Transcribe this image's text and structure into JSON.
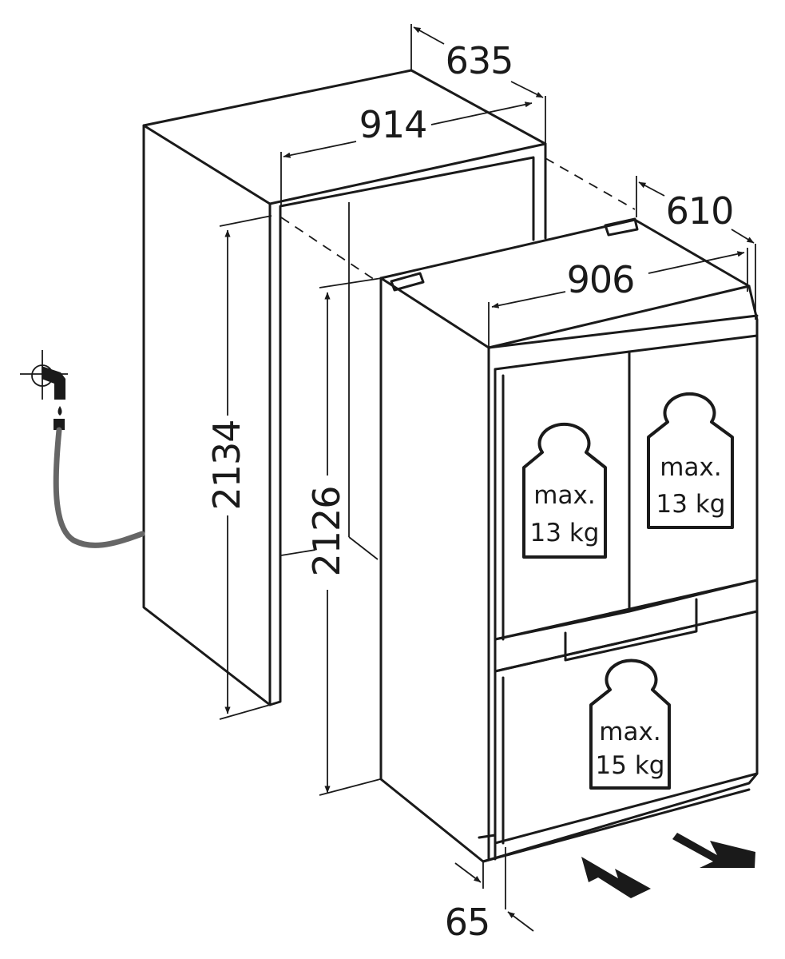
{
  "dimensions": {
    "niche_depth": "635",
    "niche_width": "914",
    "niche_height": "2134",
    "appliance_depth": "610",
    "appliance_width": "906",
    "appliance_height": "2126",
    "door_offset": "65"
  },
  "weights": {
    "left_door": {
      "line1": "max.",
      "line2": "13 kg"
    },
    "right_door": {
      "line1": "max.",
      "line2": "13 kg"
    },
    "drawer": {
      "line1": "max.",
      "line2": "15 kg"
    }
  },
  "colors": {
    "line": "#1a1a1a",
    "hose": "#666666",
    "background": "#ffffff"
  },
  "icons": [
    "water-tap-icon",
    "water-hose-icon",
    "weight-icon",
    "airflow-arrow-icon"
  ]
}
